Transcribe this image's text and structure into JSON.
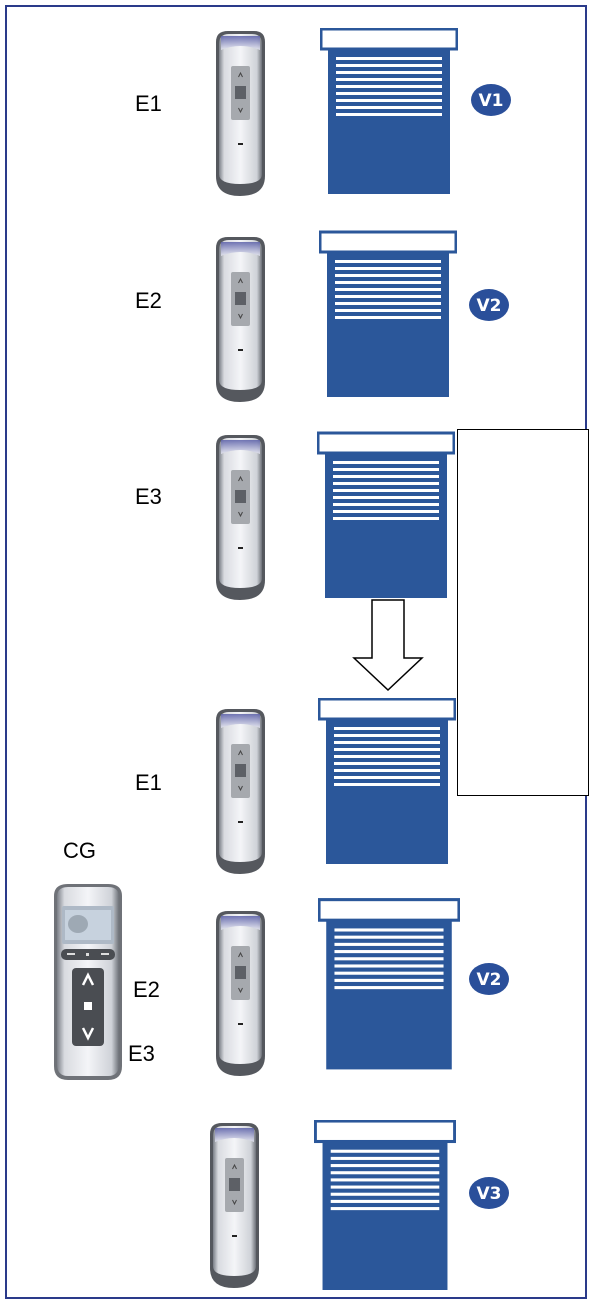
{
  "labels": {
    "e1_top": "E1",
    "e2_top": "E2",
    "e3_top": "E3",
    "e1_bottom": "E1",
    "cg": "CG",
    "e2_bottom": "E2",
    "e3_bottom": "E3"
  },
  "badges": {
    "v1": "V1",
    "v2_top": "V2",
    "v2_bottom": "V2",
    "v3": "V3"
  },
  "colors": {
    "shutter_blue": "#2b579a",
    "badge_blue": "#2a4f9a",
    "frame": "#2a3a8a"
  }
}
